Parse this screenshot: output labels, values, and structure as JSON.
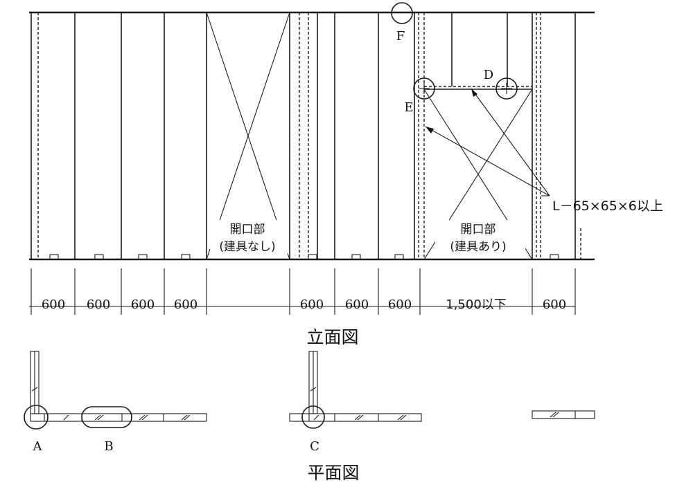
{
  "elevation": {
    "title": "立面図",
    "opening_left": {
      "line1": "開口部",
      "line2": "(建具なし)"
    },
    "opening_right": {
      "line1": "開口部",
      "line2": "(建具あり)"
    },
    "angle_label": "L－65×65×6以上",
    "markers": {
      "d": "D",
      "e": "E",
      "f": "F"
    },
    "dimensions": [
      "600",
      "600",
      "600",
      "600",
      "600",
      "600",
      "600",
      "1,500以下",
      "600"
    ]
  },
  "plan": {
    "title": "平面図",
    "markers": {
      "a": "A",
      "b": "B",
      "c": "C"
    }
  }
}
